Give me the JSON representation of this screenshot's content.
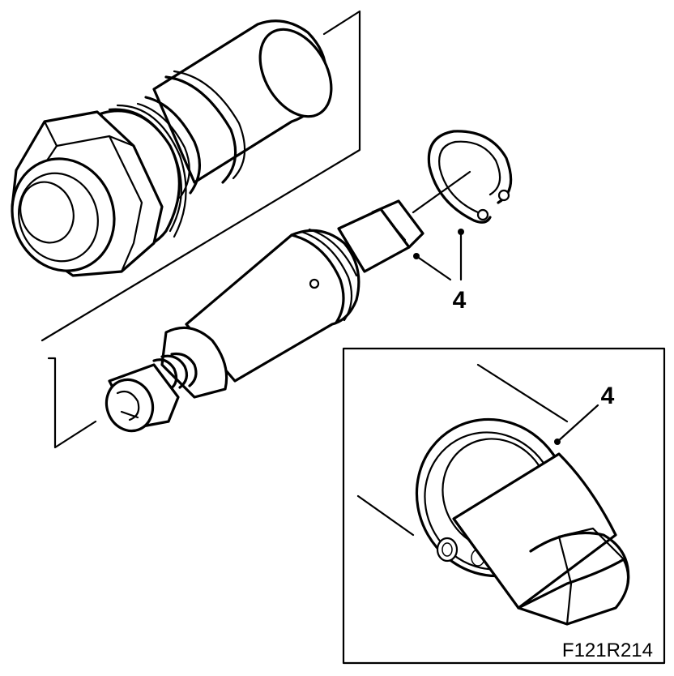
{
  "figure_code": "F121R214",
  "callouts": {
    "main_sleeve_label": "4",
    "detail_label": "4"
  },
  "colors": {
    "line": "#000000",
    "background": "#ffffff"
  }
}
